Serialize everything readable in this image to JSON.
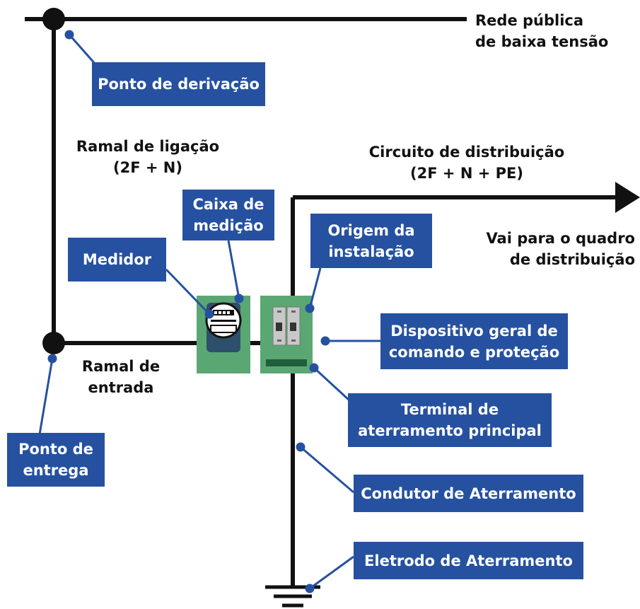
{
  "colors": {
    "line": "#111111",
    "label_bg": "#2651a0",
    "label_text": "#ffffff",
    "box_green": "#5aa774",
    "meter_body": "#2e4f6b",
    "breaker_grey": "#c8c8c8",
    "busbar": "#1f5e3b"
  },
  "icons": [
    "meter-icon",
    "breaker-icon",
    "ground-symbol-icon",
    "arrow-right-icon"
  ],
  "text": {
    "rede_publica": [
      "Rede pública",
      "de baixa tensão"
    ],
    "ramal_ligacao": [
      "Ramal de ligação",
      "(2F + N)"
    ],
    "circuito": [
      "Circuito de distribuição",
      "(2F + N + PE)"
    ],
    "vai_para": [
      "Vai para o quadro",
      "de distribuição"
    ],
    "ramal_entrada": [
      "Ramal de",
      "entrada"
    ]
  },
  "labels": {
    "ponto_derivacao": [
      "Ponto de derivação"
    ],
    "caixa_medicao": [
      "Caixa de",
      "medição"
    ],
    "medidor": [
      "Medidor"
    ],
    "origem_instalacao": [
      "Origem da",
      "instalação"
    ],
    "dispositivo_geral": [
      "Dispositivo geral de",
      "comando e proteção"
    ],
    "terminal_aterramento": [
      "Terminal de",
      "aterramento principal"
    ],
    "ponto_entrega": [
      "Ponto de",
      "entrega"
    ],
    "condutor_aterramento": [
      "Condutor de Aterramento"
    ],
    "eletrodo_aterramento": [
      "Eletrodo de Aterramento"
    ]
  }
}
